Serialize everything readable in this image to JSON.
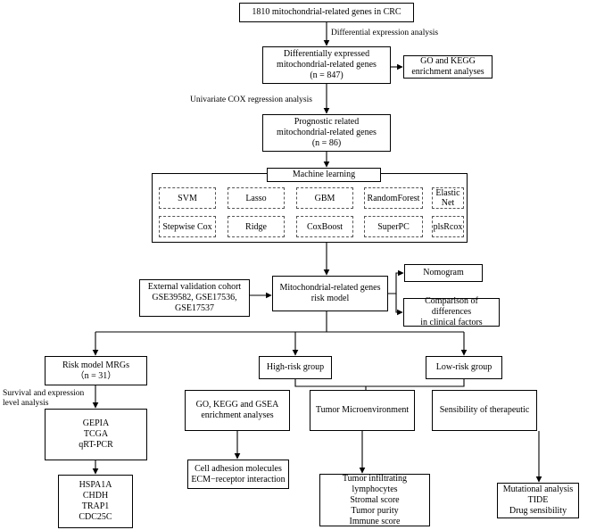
{
  "nodes": {
    "start": [
      "1810 mitochondrial-related genes in CRC"
    ],
    "deg": [
      "Differentially expressed",
      "mitochondrial-related genes",
      "(n = 847)"
    ],
    "go_kegg": [
      "GO and KEGG",
      "enrichment analyses"
    ],
    "prog": [
      "Prognostic related",
      "mitochondrial-related genes",
      "(n = 86)"
    ],
    "ml_title": [
      "Machine learning"
    ],
    "svm": [
      "SVM"
    ],
    "lasso": [
      "Lasso"
    ],
    "gbm": [
      "GBM"
    ],
    "rf": [
      "Random",
      "Forest"
    ],
    "enet": [
      "Elastic Net"
    ],
    "stepcox": [
      "Stepwise Cox"
    ],
    "ridge": [
      "Ridge"
    ],
    "coxboost": [
      "CoxBoost"
    ],
    "superpc": [
      "SuperPC"
    ],
    "plsrcox": [
      "plsRcox"
    ],
    "ext": [
      "External validation cohort",
      "GSE39582, GSE17536,",
      "GSE17537"
    ],
    "risk": [
      "Mitochondrial-related genes",
      "risk model"
    ],
    "nomo": [
      "Nomogram"
    ],
    "clin": [
      "Comparison of differences",
      "in clinical factors"
    ],
    "mrg": [
      "Risk model MRGs",
      "（n = 31）"
    ],
    "high": [
      "High-risk group"
    ],
    "low": [
      "Low-risk group"
    ],
    "gepia": [
      "GEPIA",
      "TCGA",
      "qRT-PCR"
    ],
    "genes": [
      "HSPA1A",
      "CHDH",
      "TRAP1",
      "CDC25C"
    ],
    "gsea": [
      "GO, KEGG and GSEA",
      "enrichment analyses"
    ],
    "tme": [
      "Tumor Microenvironment"
    ],
    "sens": [
      "Sensibility of therapeutic"
    ],
    "cam": [
      "Cell adhesion molecules",
      "ECM−receptor interaction"
    ],
    "til": [
      "Tumor infiltrating lymphocytes",
      "Stromal score",
      "Tumor purity",
      "Immune score"
    ],
    "mut": [
      "Mutational analysis",
      "TIDE",
      "Drug sensibility"
    ]
  },
  "labels": {
    "diff": [
      "Differential expression analysis"
    ],
    "cox": [
      "Univariate COX regression analysis"
    ],
    "surv": [
      "Survival and expression",
      "level analysis"
    ]
  }
}
